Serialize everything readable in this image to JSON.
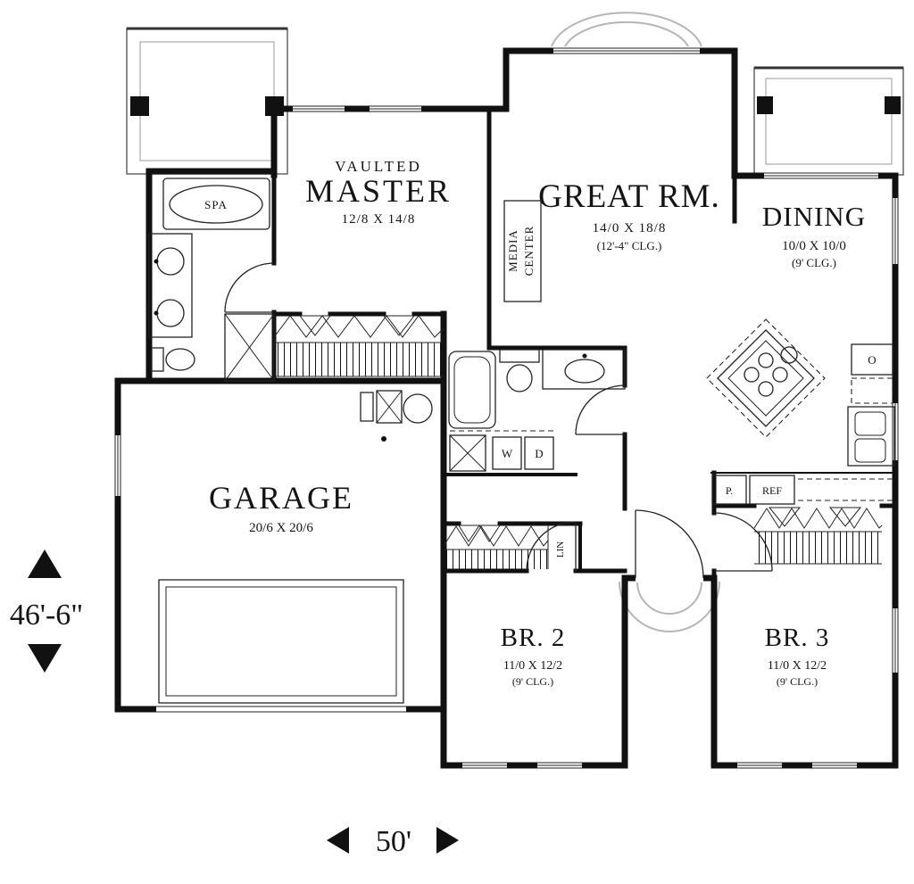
{
  "plan": {
    "rooms": {
      "master": {
        "prefix": "VAULTED",
        "name": "MASTER",
        "dims": "12/8 X 14/8"
      },
      "great_room": {
        "name": "GREAT RM.",
        "dims": "14/0 X 18/8",
        "ceiling": "(12'-4\" CLG.)"
      },
      "dining": {
        "name": "DINING",
        "dims": "10/0 X 10/0",
        "ceiling": "(9' CLG.)"
      },
      "garage": {
        "name": "GARAGE",
        "dims": "20/6 X 20/6"
      },
      "bedroom2": {
        "name": "BR. 2",
        "dims": "11/0 X 12/2",
        "ceiling": "(9' CLG.)"
      },
      "bedroom3": {
        "name": "BR. 3",
        "dims": "11/0 X 12/2",
        "ceiling": "(9' CLG.)"
      }
    },
    "fixtures": {
      "spa": "SPA",
      "media_center": {
        "line1": "MEDIA",
        "line2": "CENTER"
      },
      "washer": "W",
      "dryer": "D",
      "linen": "LIN",
      "pantry": "P.",
      "refrigerator": "REF",
      "oven": "O"
    },
    "overall_dimensions": {
      "depth": "46'-6\"",
      "width": "50'"
    }
  }
}
